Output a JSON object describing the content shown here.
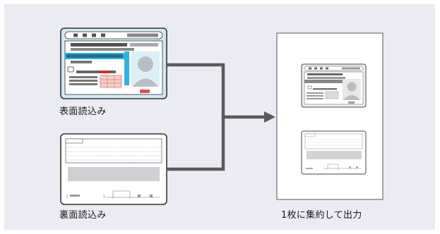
{
  "labels": {
    "front_scan": "表面読込み",
    "back_scan": "裏面読込み",
    "output": "1枚に集約して出力"
  },
  "colors": {
    "background_panel": "#ebebf3",
    "arrow": "#5a5a5a",
    "license_cyan": "#2fb3e0",
    "license_light": "#cfe9f5",
    "photo_grey": "#b9bdc4",
    "stamp_red": "#d9534f"
  }
}
